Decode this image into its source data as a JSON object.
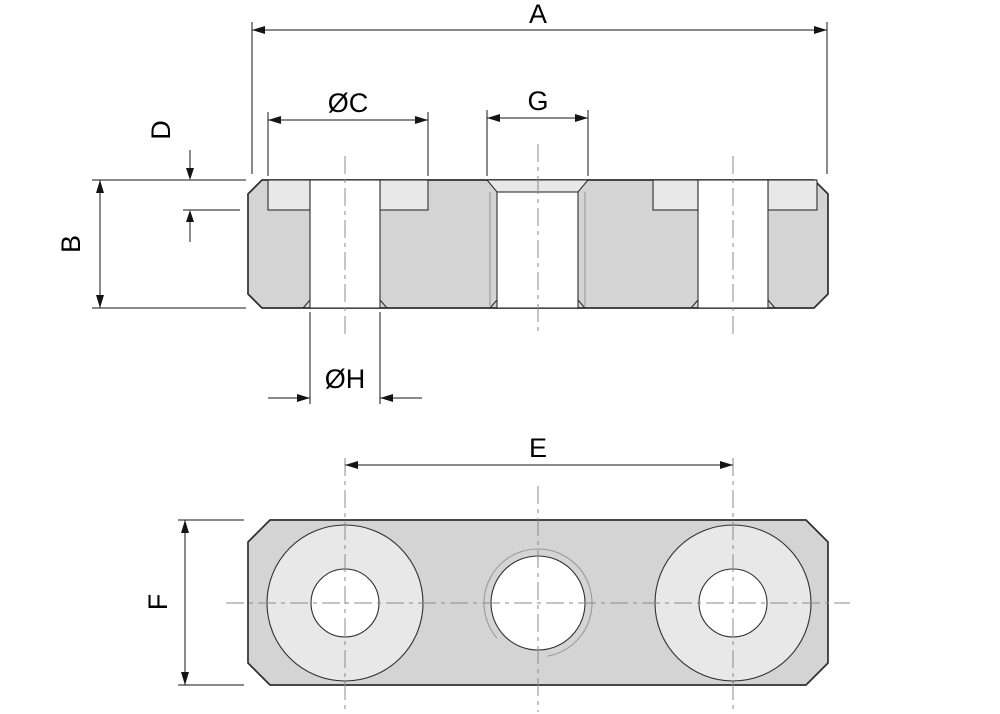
{
  "drawing": {
    "labels": {
      "a": "A",
      "c": "ØC",
      "g": "G",
      "d": "D",
      "b": "B",
      "h": "ØH",
      "e": "E",
      "f": "F"
    },
    "colors": {
      "part_fill": "#d4d4d4",
      "recess_fill": "#e8e8e8",
      "hole_fill": "#ffffff",
      "outline": "#2f2f2f",
      "dimension": "#141414",
      "centerline": "#8a8a8a",
      "thread": "#9a9a9a",
      "background": "#ffffff"
    }
  }
}
